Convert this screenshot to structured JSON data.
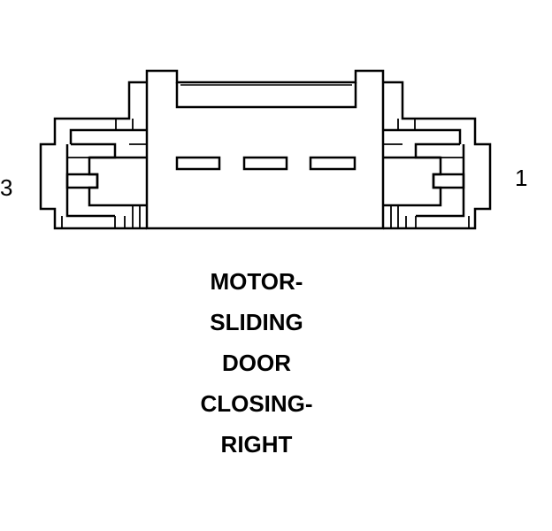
{
  "diagram": {
    "pins": {
      "left": "3",
      "right": "1"
    },
    "title_lines": [
      "MOTOR-",
      "SLIDING",
      "DOOR",
      "CLOSING-",
      "RIGHT"
    ],
    "colors": {
      "stroke": "#000000",
      "background": "#ffffff"
    }
  }
}
